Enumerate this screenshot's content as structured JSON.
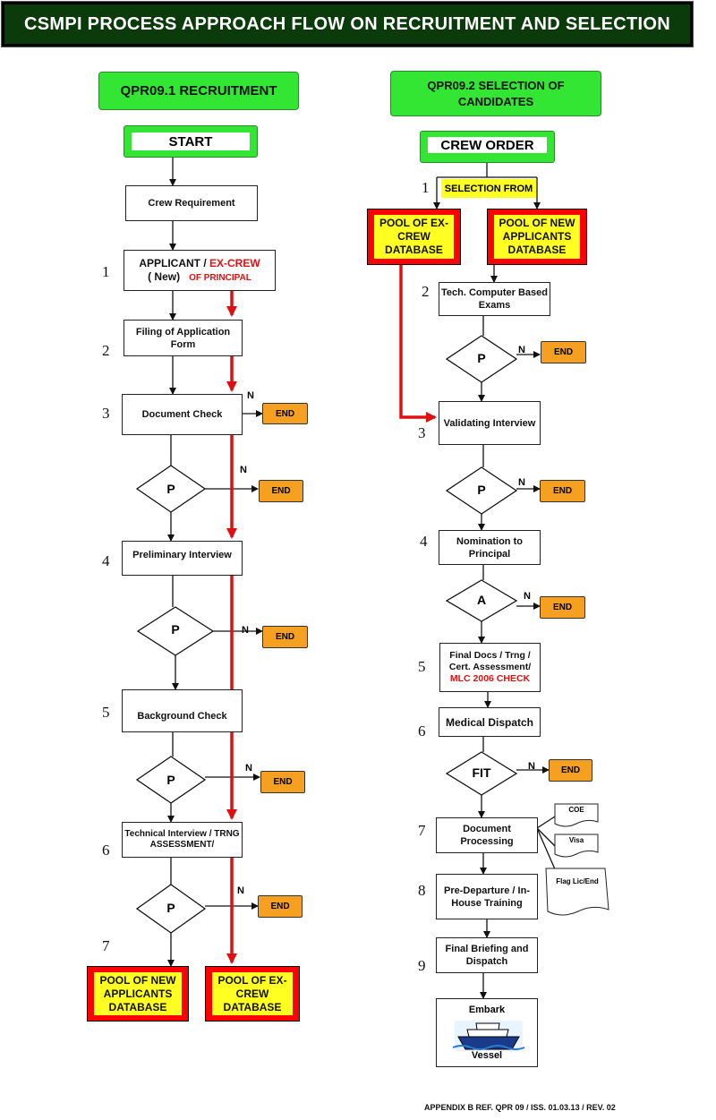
{
  "title": "CSMPI  PROCESS APPROACH FLOW  ON RECRUITMENT AND SELECTION",
  "left": {
    "header": "QPR09.1  RECRUITMENT",
    "start": "START",
    "crew_requirement": "Crew  Requirement",
    "applicant_line1_black": "APPLICANT /",
    "applicant_line1_red": "EX-CREW",
    "applicant_line2_black": "( New)",
    "applicant_line2_red": "OF PRINCIPAL",
    "filing": "Filing  of  Application Form",
    "document_check": "Document Check",
    "preliminary_interview": "Preliminary Interview",
    "background_check": "Background Check",
    "technical_interview": "Technical Interview / TRNG ASSESSMENT/",
    "pool_new": "POOL OF NEW APPLICANTS DATABASE",
    "pool_excrew": "POOL OF EX-CREW DATABASE",
    "numbers": [
      "1",
      "2",
      "3",
      "4",
      "5",
      "6",
      "7"
    ],
    "diamond": "P",
    "n": "N",
    "end": "END"
  },
  "right": {
    "header": "QPR09.2   SELECTION OF CANDIDATES",
    "crew_order": "CREW ORDER",
    "selection_from": "SELECTION FROM",
    "pool_excrew": "POOL OF EX-CREW DATABASE",
    "pool_new": "POOL OF NEW APPLICANTS DATABASE",
    "tech_exams": "Tech. Computer Based Exams",
    "validating": "Validating Interview",
    "nomination": "Nomination to Principal",
    "final_docs_black": "Final Docs / Trng / Cert. Assessment/",
    "final_docs_red": "MLC 2006 CHECK",
    "medical": "Medical Dispatch",
    "doc_processing": "Document Processing",
    "predeparture": "Pre-Departure / In-House  Training",
    "final_briefing": "Final Briefing and Dispatch",
    "embark": "Embark",
    "vessel": "Vessel",
    "coe": "COE",
    "visa": "Visa",
    "flag": "Flag  Lic/End",
    "numbers": [
      "1",
      "2",
      "3",
      "4",
      "5",
      "6",
      "7",
      "8",
      "9"
    ],
    "diamond_p": "P",
    "diamond_a": "A",
    "diamond_fit": "FIT",
    "n": "N",
    "end": "END"
  },
  "footer": "APPENDIX  B REF. QPR 09  / ISS. 01.03.13 / REV. 02"
}
